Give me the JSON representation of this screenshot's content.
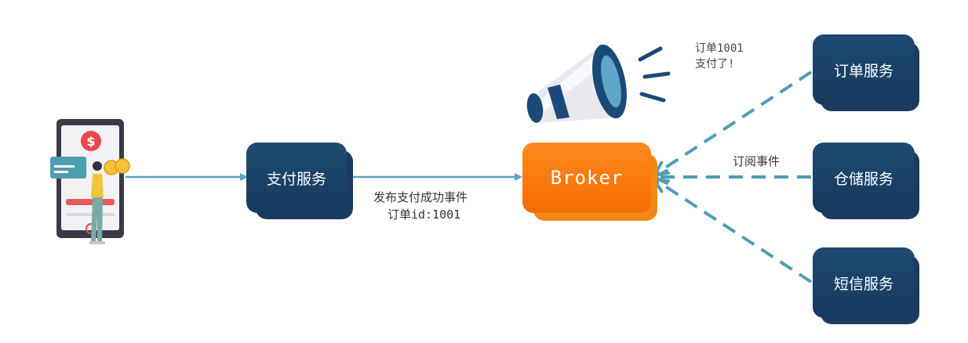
{
  "diagram": {
    "payment_service": "支付服务",
    "broker": "Broker",
    "order_service": "订单服务",
    "storage_service": "仓储服务",
    "sms_service": "短信服务",
    "publish_line1": "发布支付成功事件",
    "publish_line2": "订单id:1001",
    "subscribe_label": "订阅事件",
    "announce_line1": "订单1001",
    "announce_line2": "支付了!",
    "phone_coin_symbol": "$"
  },
  "colors": {
    "service_box": "#1f4a72",
    "broker_box": "#f57a0a",
    "solid_arrow": "#5aa6c4",
    "dashed_arrow": "#4f9db4"
  },
  "icons": [
    "phone-payment-illustration",
    "megaphone-icon"
  ]
}
